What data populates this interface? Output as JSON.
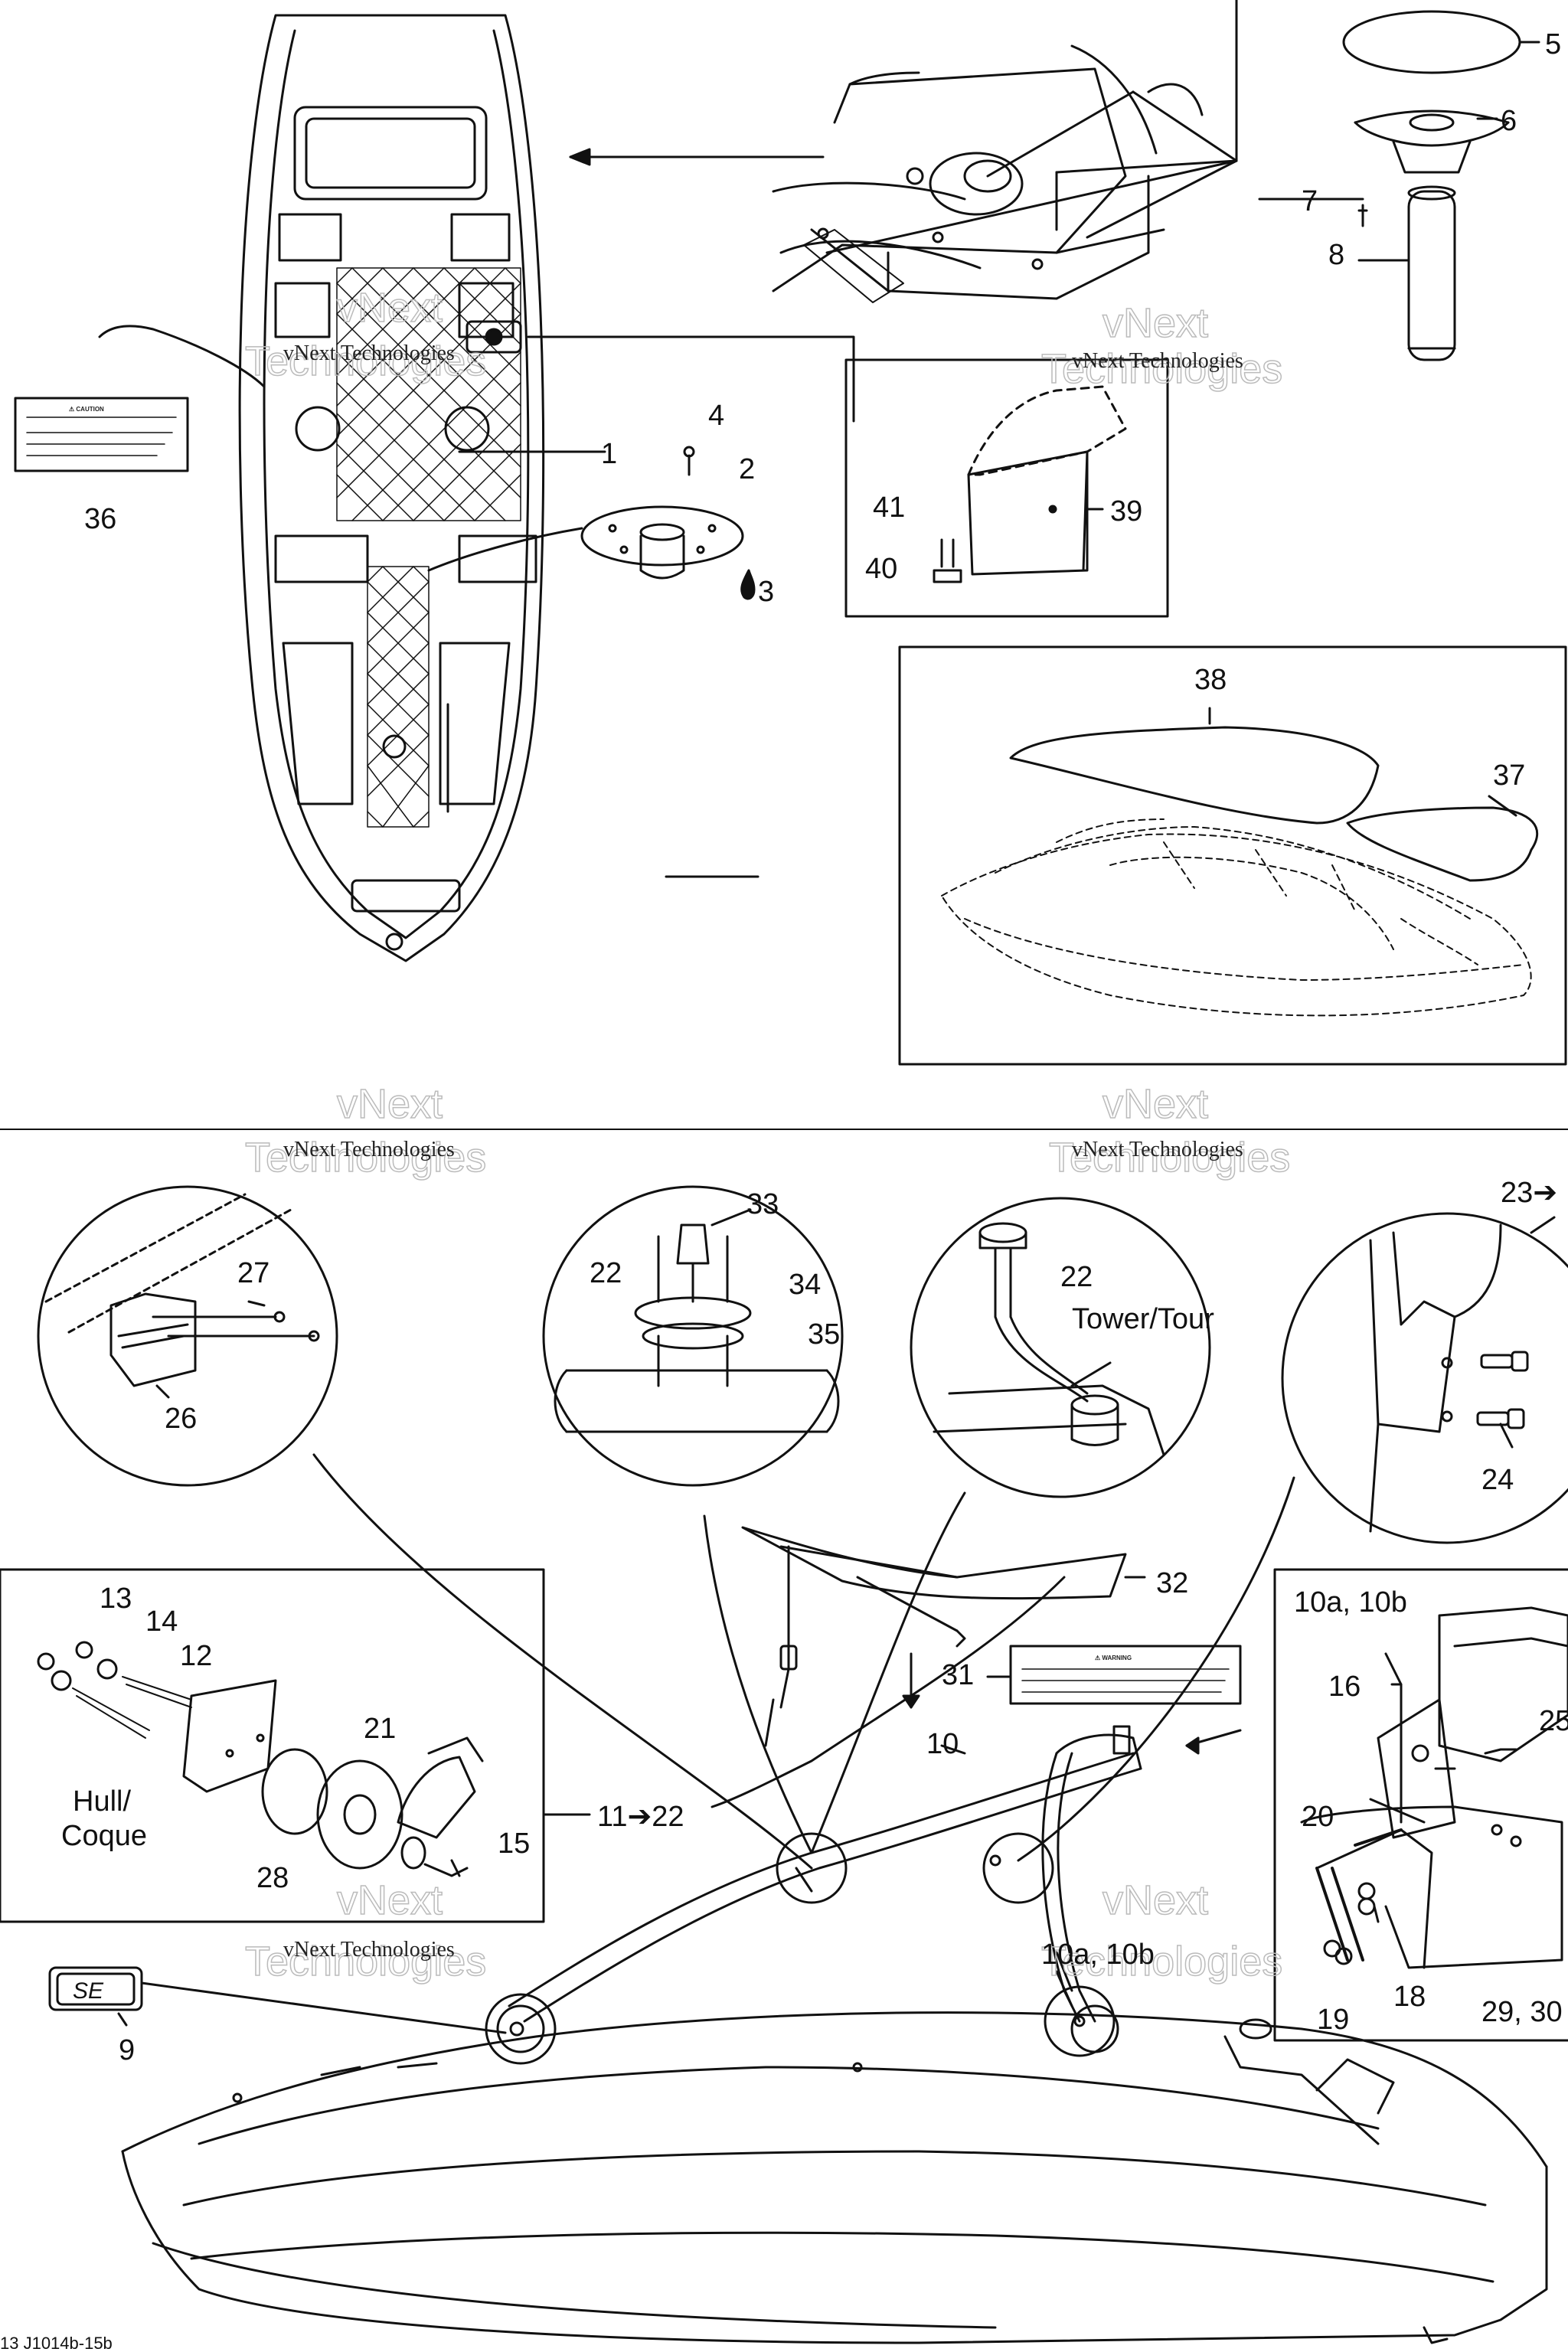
{
  "labels": {
    "l1": "1",
    "l2": "2",
    "l3": "3",
    "l4": "4",
    "l5": "5",
    "l6": "6",
    "l7": "7",
    "l8": "8",
    "l9": "9",
    "l10": "10",
    "l10ab": "10a, 10b",
    "l10ab2": "10a, 10b",
    "l11_22": "11➔22",
    "l12": "12",
    "l13": "13",
    "l14": "14",
    "l15": "15",
    "l16": "16",
    "l18": "18",
    "l19": "19",
    "l20": "20",
    "l21": "21",
    "l22a": "22",
    "l22b": "22",
    "l23": "23➔",
    "l24": "24",
    "l25": "25",
    "l26": "26",
    "l27": "27",
    "l28": "28",
    "l29_30": "29, 30",
    "l31": "31",
    "l32": "32",
    "l33": "33",
    "l34": "34",
    "l35": "35",
    "l36": "36",
    "l37": "37",
    "l38": "38",
    "l39": "39",
    "l40": "40",
    "l41": "41",
    "hull": "Hull/",
    "coque": "Coque",
    "tower": "Tower/Tour"
  },
  "decals": {
    "caution_title": "⚠ CAUTION",
    "warning_title": "⚠ WARNING",
    "se_badge": "SE"
  },
  "watermark": {
    "line1": "vNext Technologies",
    "outline_a": "vNext",
    "outline_b": "Technologies"
  },
  "reference": "13 J1014b-15b"
}
